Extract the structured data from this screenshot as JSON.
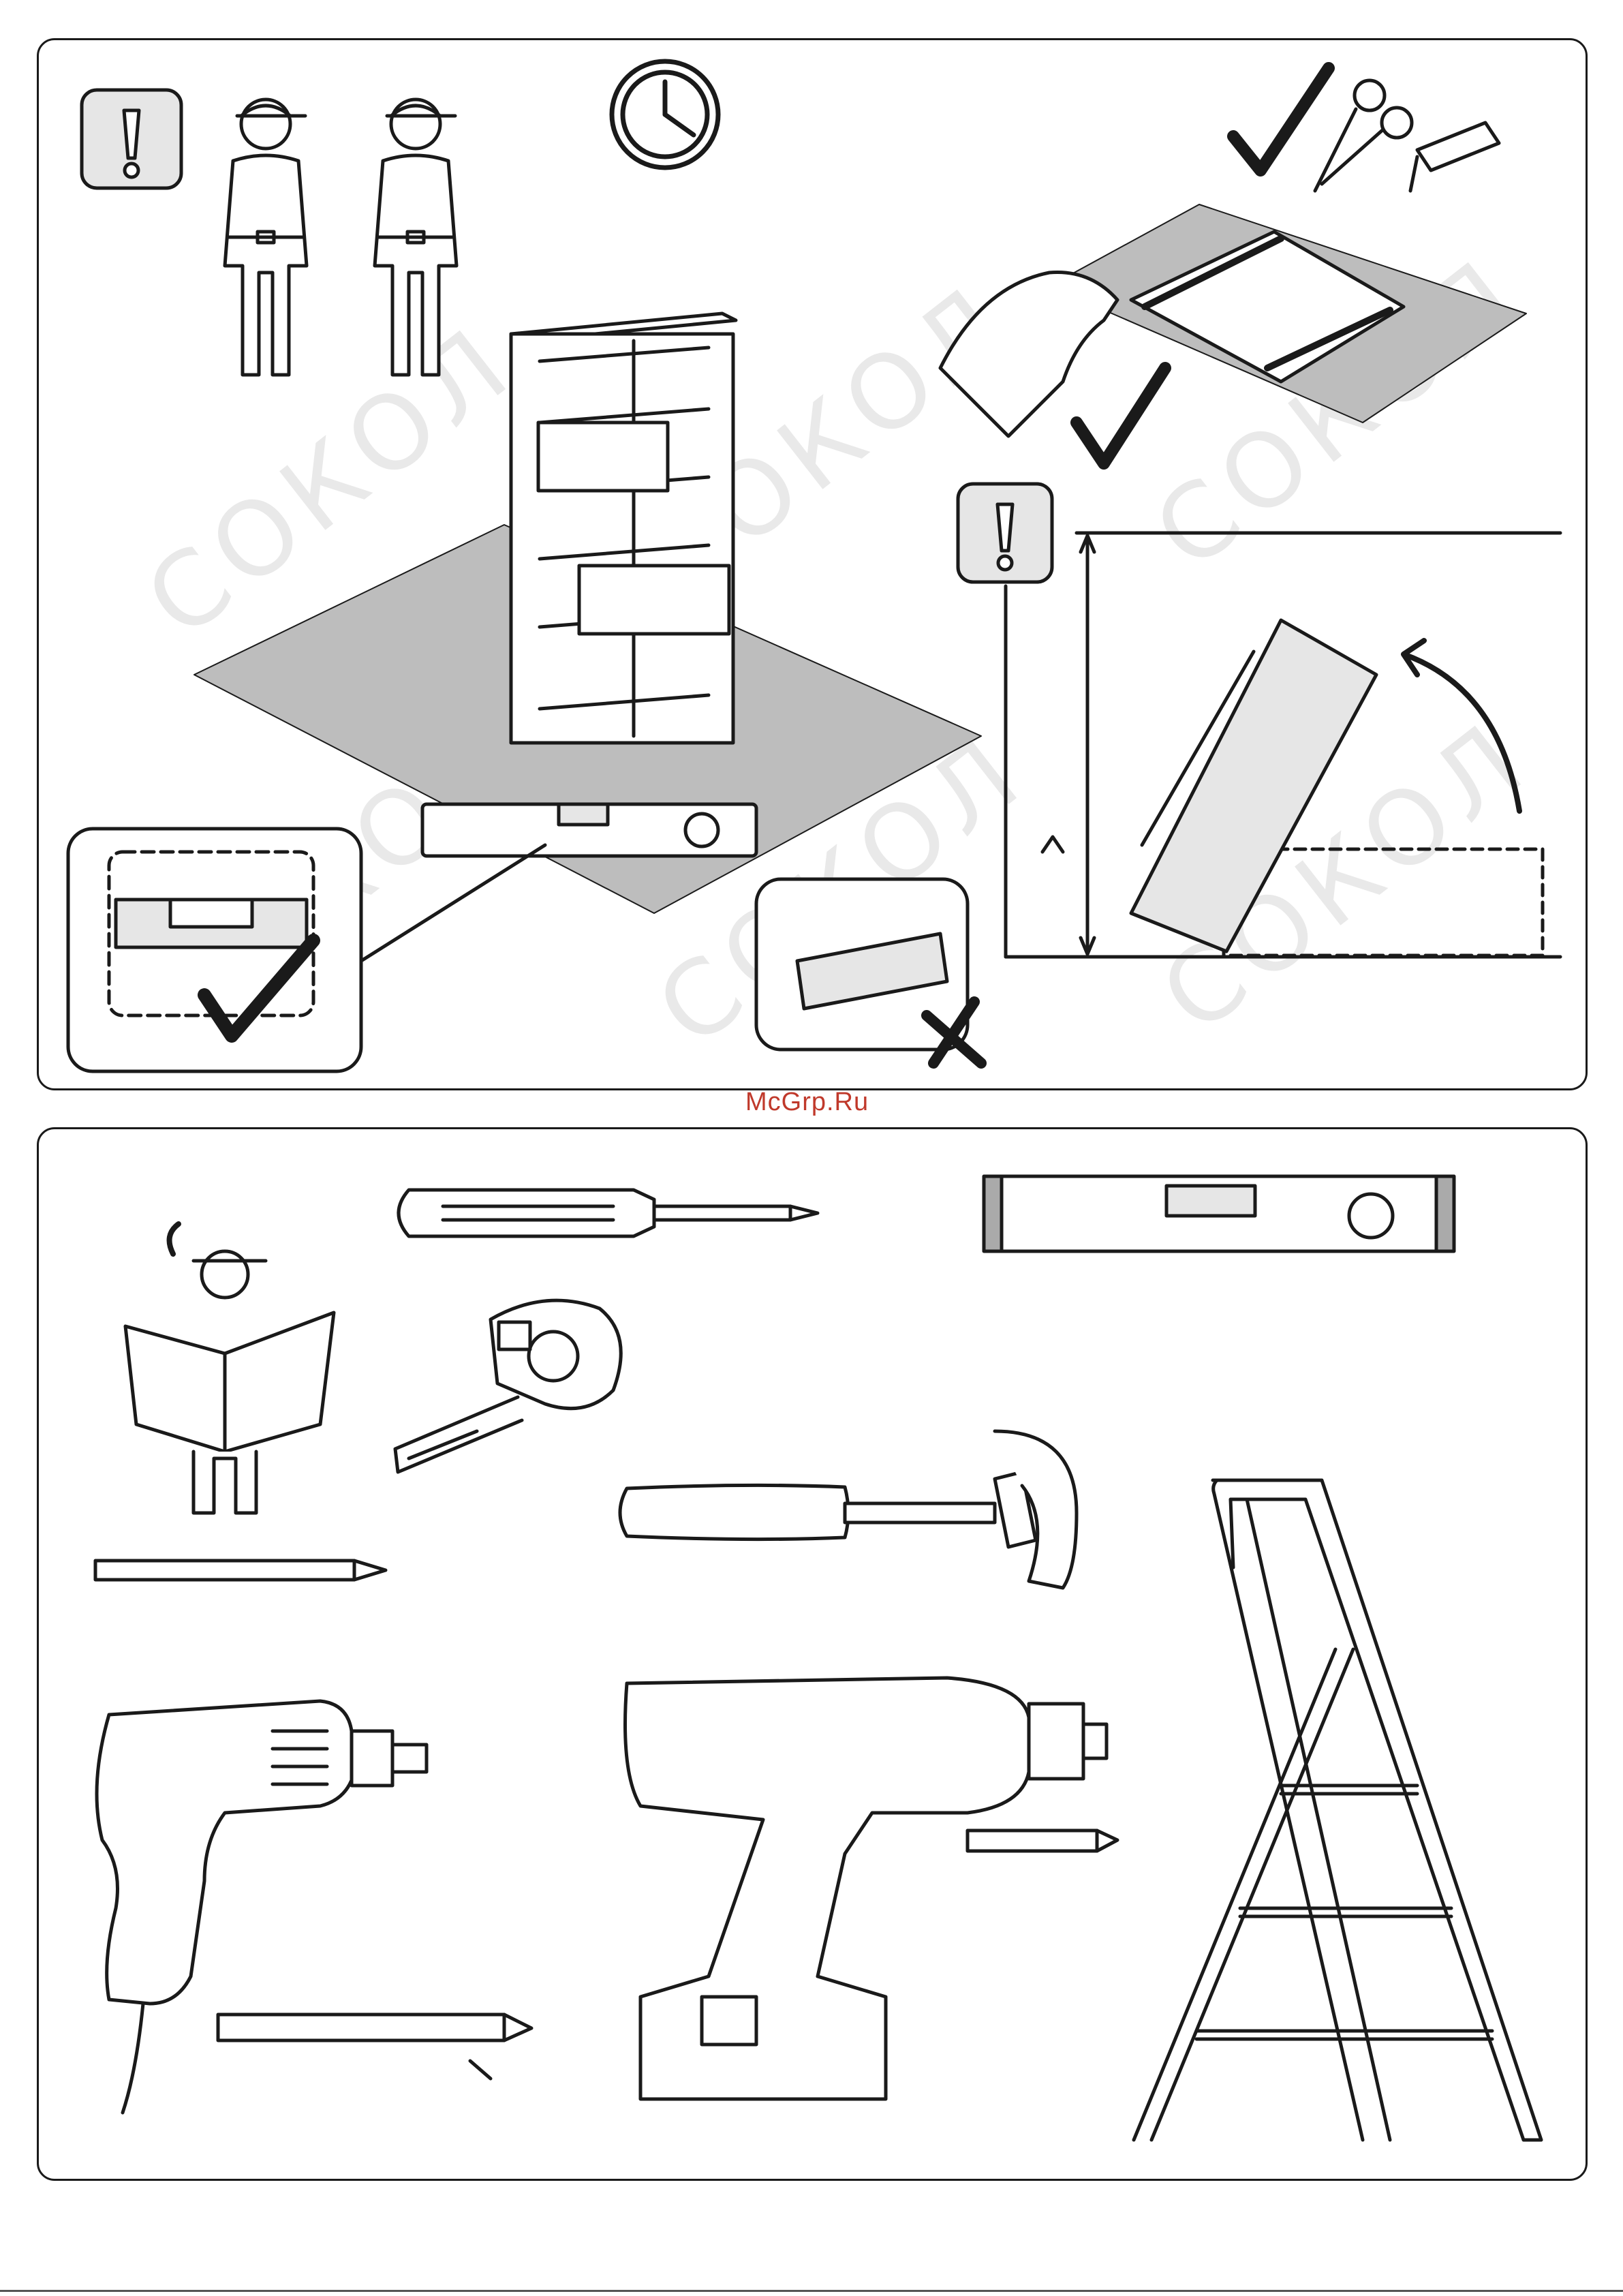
{
  "site_label": "McGrp.Ru",
  "watermark": "СОКОЛ",
  "colors": {
    "line": "#1a1a1a",
    "paper": "#bdbdbd",
    "light": "#e6e6e6",
    "accent": "#c0392b"
  },
  "top_panel": {
    "icons": [
      "warning-icon",
      "two-persons-icon",
      "clock-icon",
      "scissors-icon",
      "utility-knife-icon",
      "check-icon",
      "cross-icon"
    ]
  },
  "bottom_panel": {
    "tools": [
      "screwdriver",
      "spirit-level",
      "person-reading-manual",
      "tape-measure",
      "hammer",
      "pencil",
      "electric-drill",
      "drill-bit",
      "cordless-screwdriver",
      "screwdriver-bit",
      "step-ladder"
    ]
  }
}
